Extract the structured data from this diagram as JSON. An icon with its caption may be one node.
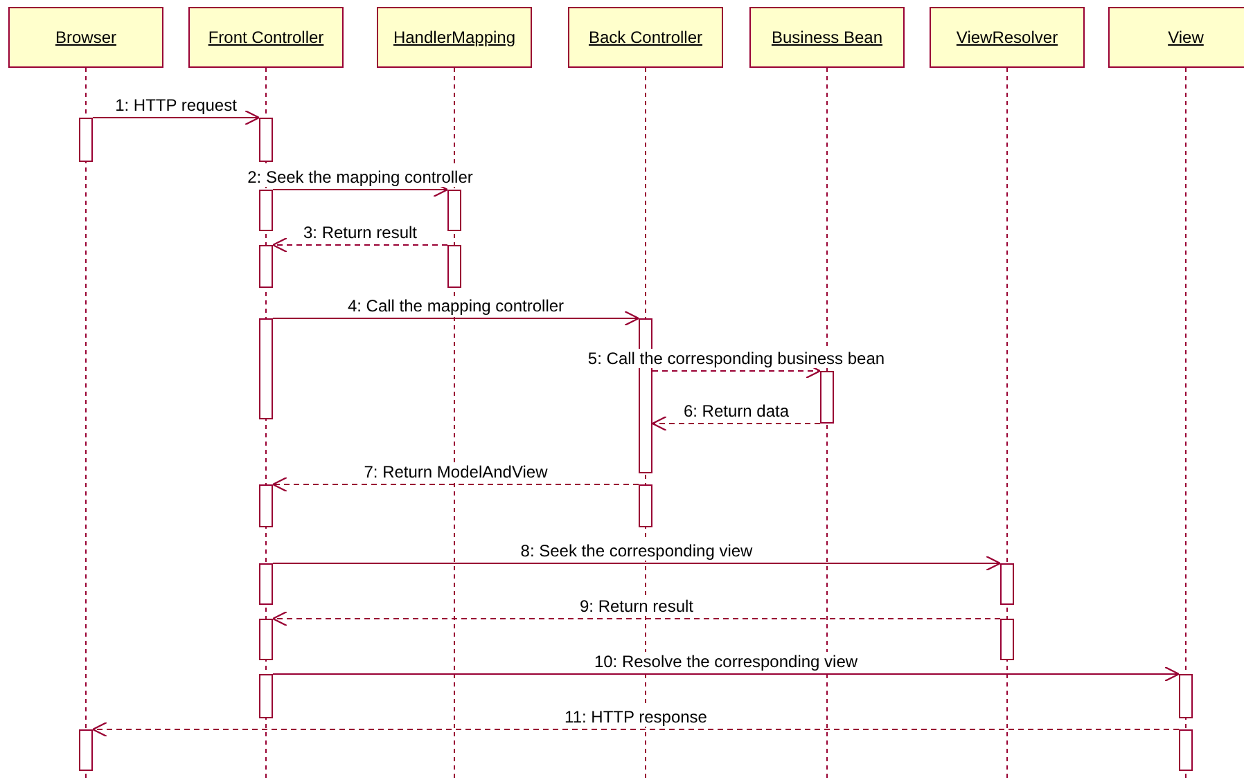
{
  "diagram": {
    "nodes": [
      {
        "text": [
          "Browser"
        ]
      },
      {
        "text": [
          "Front Controller"
        ]
      },
      {
        "text": [
          "HandlerMapping"
        ]
      },
      {
        "text": [
          "Back Controller"
        ]
      },
      {
        "text": [
          "Business Bean"
        ]
      },
      {
        "text": [
          "ViewResolver"
        ]
      },
      {
        "text": [
          "View"
        ]
      },
      {
        "text": [],
        "shape": "bar"
      },
      {
        "text": [],
        "shape": "bar"
      },
      {
        "text": [],
        "shape": "bar"
      },
      {
        "text": [],
        "shape": "bar"
      },
      {
        "text": [],
        "shape": "bar"
      },
      {
        "text": [],
        "shape": "bar"
      },
      {
        "text": [],
        "shape": "bar"
      },
      {
        "text": [],
        "shape": "bar"
      },
      {
        "text": [],
        "shape": "bar"
      },
      {
        "text": [],
        "shape": "bar"
      },
      {
        "text": [],
        "shape": "bar"
      },
      {
        "text": [],
        "shape": "bar"
      },
      {
        "text": [],
        "shape": "bar"
      },
      {
        "text": [],
        "shape": "bar"
      },
      {
        "text": [],
        "shape": "bar"
      },
      {
        "text": [],
        "shape": "bar"
      },
      {
        "text": [],
        "shape": "bar"
      },
      {
        "text": [],
        "shape": "bar"
      },
      {
        "text": [],
        "shape": "bar"
      }
    ],
    "edges": [
      {
        "from": 7,
        "to": 8,
        "arrow": "to",
        "label": "1: HTTP request"
      },
      {
        "from": 9,
        "to": 10,
        "arrow": "to",
        "label": "2: Seek the mapping controller"
      },
      {
        "from": 12,
        "to": 11,
        "arrow": "to",
        "label": "3: Return result",
        "style": "dashed"
      },
      {
        "from": 13,
        "to": 14,
        "arrow": "to",
        "label": "4: Call the mapping controller"
      },
      {
        "from": 14,
        "to": 15,
        "arrow": "to",
        "label": "5: Call the corresponding business bean",
        "style": "dashed"
      },
      {
        "from": 15,
        "to": 14,
        "arrow": "to",
        "label": "6: Return data",
        "style": "dashed"
      },
      {
        "from": 17,
        "to": 16,
        "arrow": "to",
        "label": "7: Return ModelAndView",
        "style": "dashed"
      },
      {
        "from": 18,
        "to": 19,
        "arrow": "to",
        "label": "8: Seek the corresponding view"
      },
      {
        "from": 21,
        "to": 20,
        "arrow": "to",
        "label": "9: Return result",
        "style": "dashed"
      },
      {
        "from": 22,
        "to": 23,
        "arrow": "to",
        "label": "10: Resolve the corresponding view"
      },
      {
        "from": 25,
        "to": 24,
        "arrow": "to",
        "label": "11: HTTP response",
        "style": "dashed"
      }
    ]
  }
}
